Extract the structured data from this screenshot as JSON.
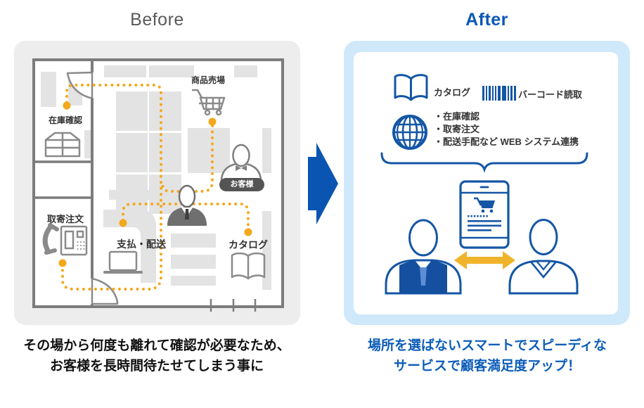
{
  "headings": {
    "before": "Before",
    "after": "After"
  },
  "before_panel": {
    "labels": {
      "stock_check": "在庫確認",
      "back_order": "取寄注文",
      "payment_delivery": "支払・配送",
      "catalog": "カタログ",
      "sales_floor": "商品売場",
      "customer_badge": "お客様"
    },
    "caption": {
      "line1": "その場から何度も離れて確認が必要なため、",
      "line2": "お客様を長時間待たせてしまう事に"
    }
  },
  "after_panel": {
    "labels": {
      "catalog": "カタログ",
      "barcode": "バーコード読取"
    },
    "web_features": [
      "・在庫確認",
      "・取寄注文",
      "・配送手配など WEB システム連携"
    ],
    "caption": {
      "line1": "場所を選ばないスマートでスピーディな",
      "line2": "サービスで顧客満足度アップ！"
    }
  },
  "colors": {
    "accent_blue": "#1456a6",
    "arrow_blue": "#0a55b2",
    "panel_light_blue": "#cfe9fb",
    "panel_gray": "#ededed",
    "wall_gray": "#7c7c7c",
    "shelf_gray": "#e3e3e3",
    "path_yellow": "#f3a81b",
    "gold_arrow": "#f0b42c",
    "badge_gray": "#545454",
    "caption_blue": "#0b5cb8"
  }
}
